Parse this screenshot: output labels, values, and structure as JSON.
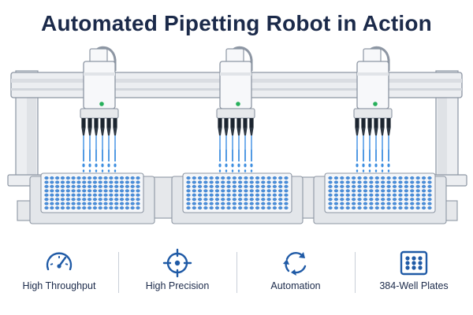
{
  "title": "Automated Pipetting Robot in Action",
  "colors": {
    "frame": "#eceef1",
    "frame_stroke": "#8d96a3",
    "head": "#f7f8fa",
    "tip": "#1c2530",
    "liquid": "#3f8fe0",
    "well": "#4a8fdc",
    "indicator": "#27b05b",
    "text": "#1b2a4a",
    "icon": "#1f5aa6"
  },
  "features": [
    {
      "label": "High Throughput",
      "icon": "speedometer-icon"
    },
    {
      "label": "High Precision",
      "icon": "crosshair-icon"
    },
    {
      "label": "Automation",
      "icon": "cycle-arrows-icon"
    },
    {
      "label": "384-Well Plates",
      "icon": "well-plate-icon"
    }
  ]
}
